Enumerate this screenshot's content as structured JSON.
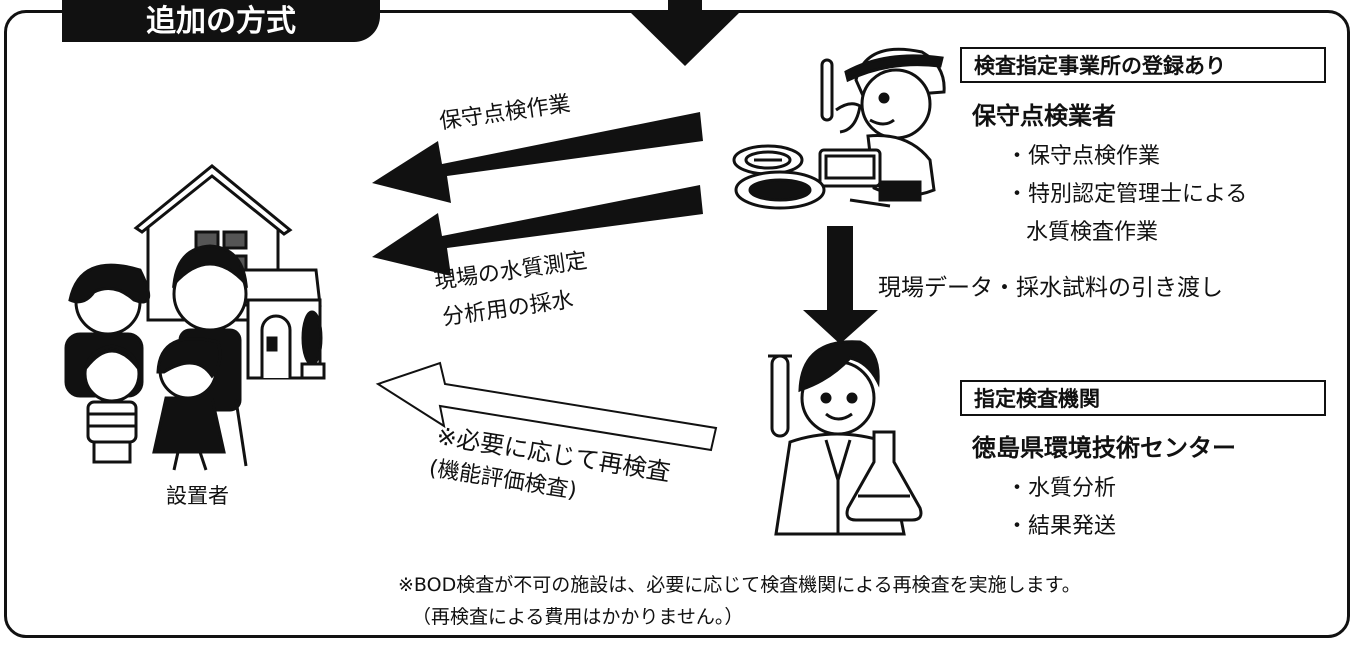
{
  "header": {
    "title": "追加の方式"
  },
  "arrows": {
    "maintenance_work": "保守点検作業",
    "onsite_measure_line1": "現場の水質測定",
    "onsite_measure_line2": "分析用の採水",
    "handover": "現場データ・採水試料の引き渡し",
    "reinspect_line1": "※必要に応じて再検査",
    "reinspect_line2": "(機能評価検査)"
  },
  "owner": {
    "label": "設置者"
  },
  "maintenance_company": {
    "box_label": "検査指定事業所の登録あり",
    "name": "保守点検業者",
    "items": [
      "・保守点検作業",
      "・特別認定管理士による",
      "水質検査作業"
    ]
  },
  "inspection_agency": {
    "box_label": "指定検査機関",
    "name": "徳島県環境技術センター",
    "items": [
      "・水質分析",
      "・結果発送"
    ]
  },
  "footnote": {
    "line1": "※BOD検査が不可の施設は、必要に応じて検査機関による再検査を実施します。",
    "line2": "（再検査による費用はかかりません。）"
  },
  "icons": [
    "house-icon",
    "family-icon",
    "worker-icon",
    "manhole-icon",
    "laptop-icon",
    "scientist-icon",
    "flask-icon",
    "test-tube-icon"
  ]
}
